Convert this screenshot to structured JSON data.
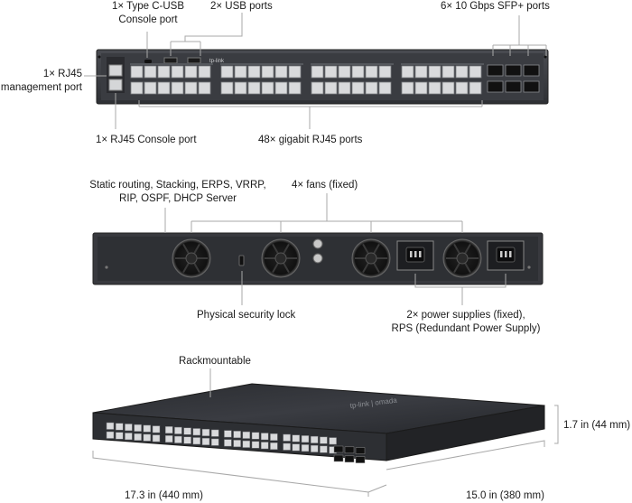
{
  "front_view": {
    "callouts": {
      "type_c_usb_line1": "1× Type C-USB",
      "type_c_usb_line2": "Console port",
      "usb_ports": "2× USB ports",
      "sfp_ports": "6× 10 Gbps SFP+ ports",
      "rj45_mgmt_line1": "1× RJ45",
      "rj45_mgmt_line2": "management port",
      "rj45_console": "1× RJ45 Console port",
      "gigabit_ports": "48× gigabit RJ45 ports"
    },
    "brand_logo": "tp-link",
    "port_count_rj45": 48,
    "port_count_sfp": 6
  },
  "rear_view": {
    "callouts": {
      "features_line1": "Static routing, Stacking, ERPS, VRRP,",
      "features_line2": "RIP, OSPF, DHCP Server",
      "fans": "4× fans (fixed)",
      "security_lock": "Physical security lock",
      "power_line1": "2× power supplies (fixed),",
      "power_line2": "RPS (Redundant Power Supply)"
    },
    "fan_count": 4,
    "power_supply_count": 2
  },
  "angled_view": {
    "callouts": {
      "rackmountable": "Rackmountable",
      "height": "1.7 in (44 mm)",
      "width": "17.3 in (440 mm)",
      "depth": "15.0 in (380 mm)"
    },
    "brand_logo": "tp-link | omada"
  },
  "colors": {
    "chassis": "#3b3d42",
    "panel_dark": "#2b2d31",
    "port_face": "#d9dadc",
    "leader_line": "#a8a8a8"
  }
}
